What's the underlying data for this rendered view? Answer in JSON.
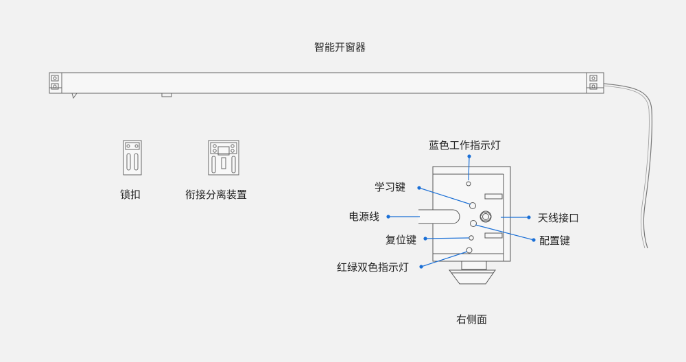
{
  "title": "智能开窗器",
  "parts": {
    "lock": "锁扣",
    "bracket": "衔接分离装置"
  },
  "callouts": {
    "blue_led": "蓝色工作指示灯",
    "learn_key": "学习键",
    "power_cord": "电源线",
    "reset_key": "复位键",
    "rg_led": "红绿双色指示灯",
    "antenna": "天线接口",
    "config_key": "配置键"
  },
  "side_view_caption": "右侧面",
  "colors": {
    "line": "#555555",
    "callout": "#1a6fd6",
    "background": "#f2f2f2"
  }
}
